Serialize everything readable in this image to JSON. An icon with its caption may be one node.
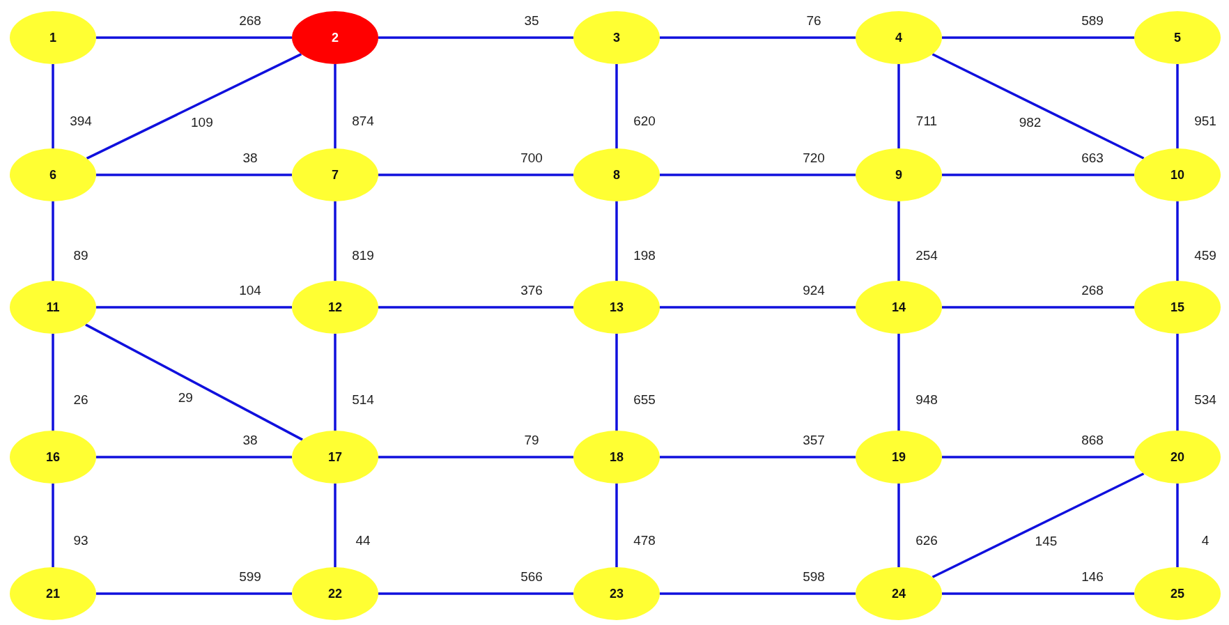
{
  "diagram": {
    "nodes": [
      {
        "text": [
          "1"
        ]
      },
      {
        "text": [
          "2"
        ]
      },
      {
        "text": [
          "3"
        ]
      },
      {
        "text": [
          "4"
        ]
      },
      {
        "text": [
          "5"
        ]
      },
      {
        "text": [
          "6"
        ]
      },
      {
        "text": [
          "7"
        ]
      },
      {
        "text": [
          "8"
        ]
      },
      {
        "text": [
          "9"
        ]
      },
      {
        "text": [
          "10"
        ]
      },
      {
        "text": [
          "11"
        ]
      },
      {
        "text": [
          "12"
        ]
      },
      {
        "text": [
          "13"
        ]
      },
      {
        "text": [
          "14"
        ]
      },
      {
        "text": [
          "15"
        ]
      },
      {
        "text": [
          "16"
        ]
      },
      {
        "text": [
          "17"
        ]
      },
      {
        "text": [
          "18"
        ]
      },
      {
        "text": [
          "19"
        ]
      },
      {
        "text": [
          "20"
        ]
      },
      {
        "text": [
          "21"
        ]
      },
      {
        "text": [
          "22"
        ]
      },
      {
        "text": [
          "23"
        ]
      },
      {
        "text": [
          "24"
        ]
      },
      {
        "text": [
          "25"
        ]
      }
    ],
    "edges": [
      {
        "from": 0,
        "to": 1,
        "arrow": "none",
        "label": "268"
      },
      {
        "from": 1,
        "to": 2,
        "arrow": "none",
        "label": "35"
      },
      {
        "from": 2,
        "to": 3,
        "arrow": "none",
        "label": "76"
      },
      {
        "from": 3,
        "to": 4,
        "arrow": "none",
        "label": "589"
      },
      {
        "from": 0,
        "to": 5,
        "arrow": "none",
        "label": "394"
      },
      {
        "from": 1,
        "to": 5,
        "arrow": "none",
        "label": "109"
      },
      {
        "from": 1,
        "to": 6,
        "arrow": "none",
        "label": "874"
      },
      {
        "from": 2,
        "to": 7,
        "arrow": "none",
        "label": "620"
      },
      {
        "from": 3,
        "to": 8,
        "arrow": "none",
        "label": "711"
      },
      {
        "from": 3,
        "to": 9,
        "arrow": "none",
        "label": "982"
      },
      {
        "from": 4,
        "to": 9,
        "arrow": "none",
        "label": "951"
      },
      {
        "from": 5,
        "to": 6,
        "arrow": "none",
        "label": "38"
      },
      {
        "from": 6,
        "to": 7,
        "arrow": "none",
        "label": "700"
      },
      {
        "from": 7,
        "to": 8,
        "arrow": "none",
        "label": "720"
      },
      {
        "from": 8,
        "to": 9,
        "arrow": "none",
        "label": "663"
      },
      {
        "from": 5,
        "to": 10,
        "arrow": "none",
        "label": "89"
      },
      {
        "from": 6,
        "to": 11,
        "arrow": "none",
        "label": "819"
      },
      {
        "from": 7,
        "to": 12,
        "arrow": "none",
        "label": "198"
      },
      {
        "from": 8,
        "to": 13,
        "arrow": "none",
        "label": "254"
      },
      {
        "from": 9,
        "to": 14,
        "arrow": "none",
        "label": "459"
      },
      {
        "from": 10,
        "to": 11,
        "arrow": "none",
        "label": "104"
      },
      {
        "from": 11,
        "to": 12,
        "arrow": "none",
        "label": "376"
      },
      {
        "from": 12,
        "to": 13,
        "arrow": "none",
        "label": "924"
      },
      {
        "from": 13,
        "to": 14,
        "arrow": "none",
        "label": "268"
      },
      {
        "from": 10,
        "to": 15,
        "arrow": "none",
        "label": "26"
      },
      {
        "from": 10,
        "to": 16,
        "arrow": "none",
        "label": "29"
      },
      {
        "from": 11,
        "to": 16,
        "arrow": "none",
        "label": "514"
      },
      {
        "from": 12,
        "to": 17,
        "arrow": "none",
        "label": "655"
      },
      {
        "from": 13,
        "to": 18,
        "arrow": "none",
        "label": "948"
      },
      {
        "from": 14,
        "to": 19,
        "arrow": "none",
        "label": "534"
      },
      {
        "from": 15,
        "to": 16,
        "arrow": "none",
        "label": "38"
      },
      {
        "from": 16,
        "to": 17,
        "arrow": "none",
        "label": "79"
      },
      {
        "from": 17,
        "to": 18,
        "arrow": "none",
        "label": "357"
      },
      {
        "from": 18,
        "to": 19,
        "arrow": "none",
        "label": "868"
      },
      {
        "from": 15,
        "to": 20,
        "arrow": "none",
        "label": "93"
      },
      {
        "from": 16,
        "to": 21,
        "arrow": "none",
        "label": "44"
      },
      {
        "from": 17,
        "to": 22,
        "arrow": "none",
        "label": "478"
      },
      {
        "from": 18,
        "to": 23,
        "arrow": "none",
        "label": "626"
      },
      {
        "from": 19,
        "to": 23,
        "arrow": "none",
        "label": "145"
      },
      {
        "from": 19,
        "to": 24,
        "arrow": "none",
        "label": "4"
      },
      {
        "from": 20,
        "to": 21,
        "arrow": "none",
        "label": "599"
      },
      {
        "from": 21,
        "to": 22,
        "arrow": "none",
        "label": "566"
      },
      {
        "from": 22,
        "to": 23,
        "arrow": "none",
        "label": "598"
      },
      {
        "from": 23,
        "to": 24,
        "arrow": "none",
        "label": "146"
      }
    ]
  }
}
